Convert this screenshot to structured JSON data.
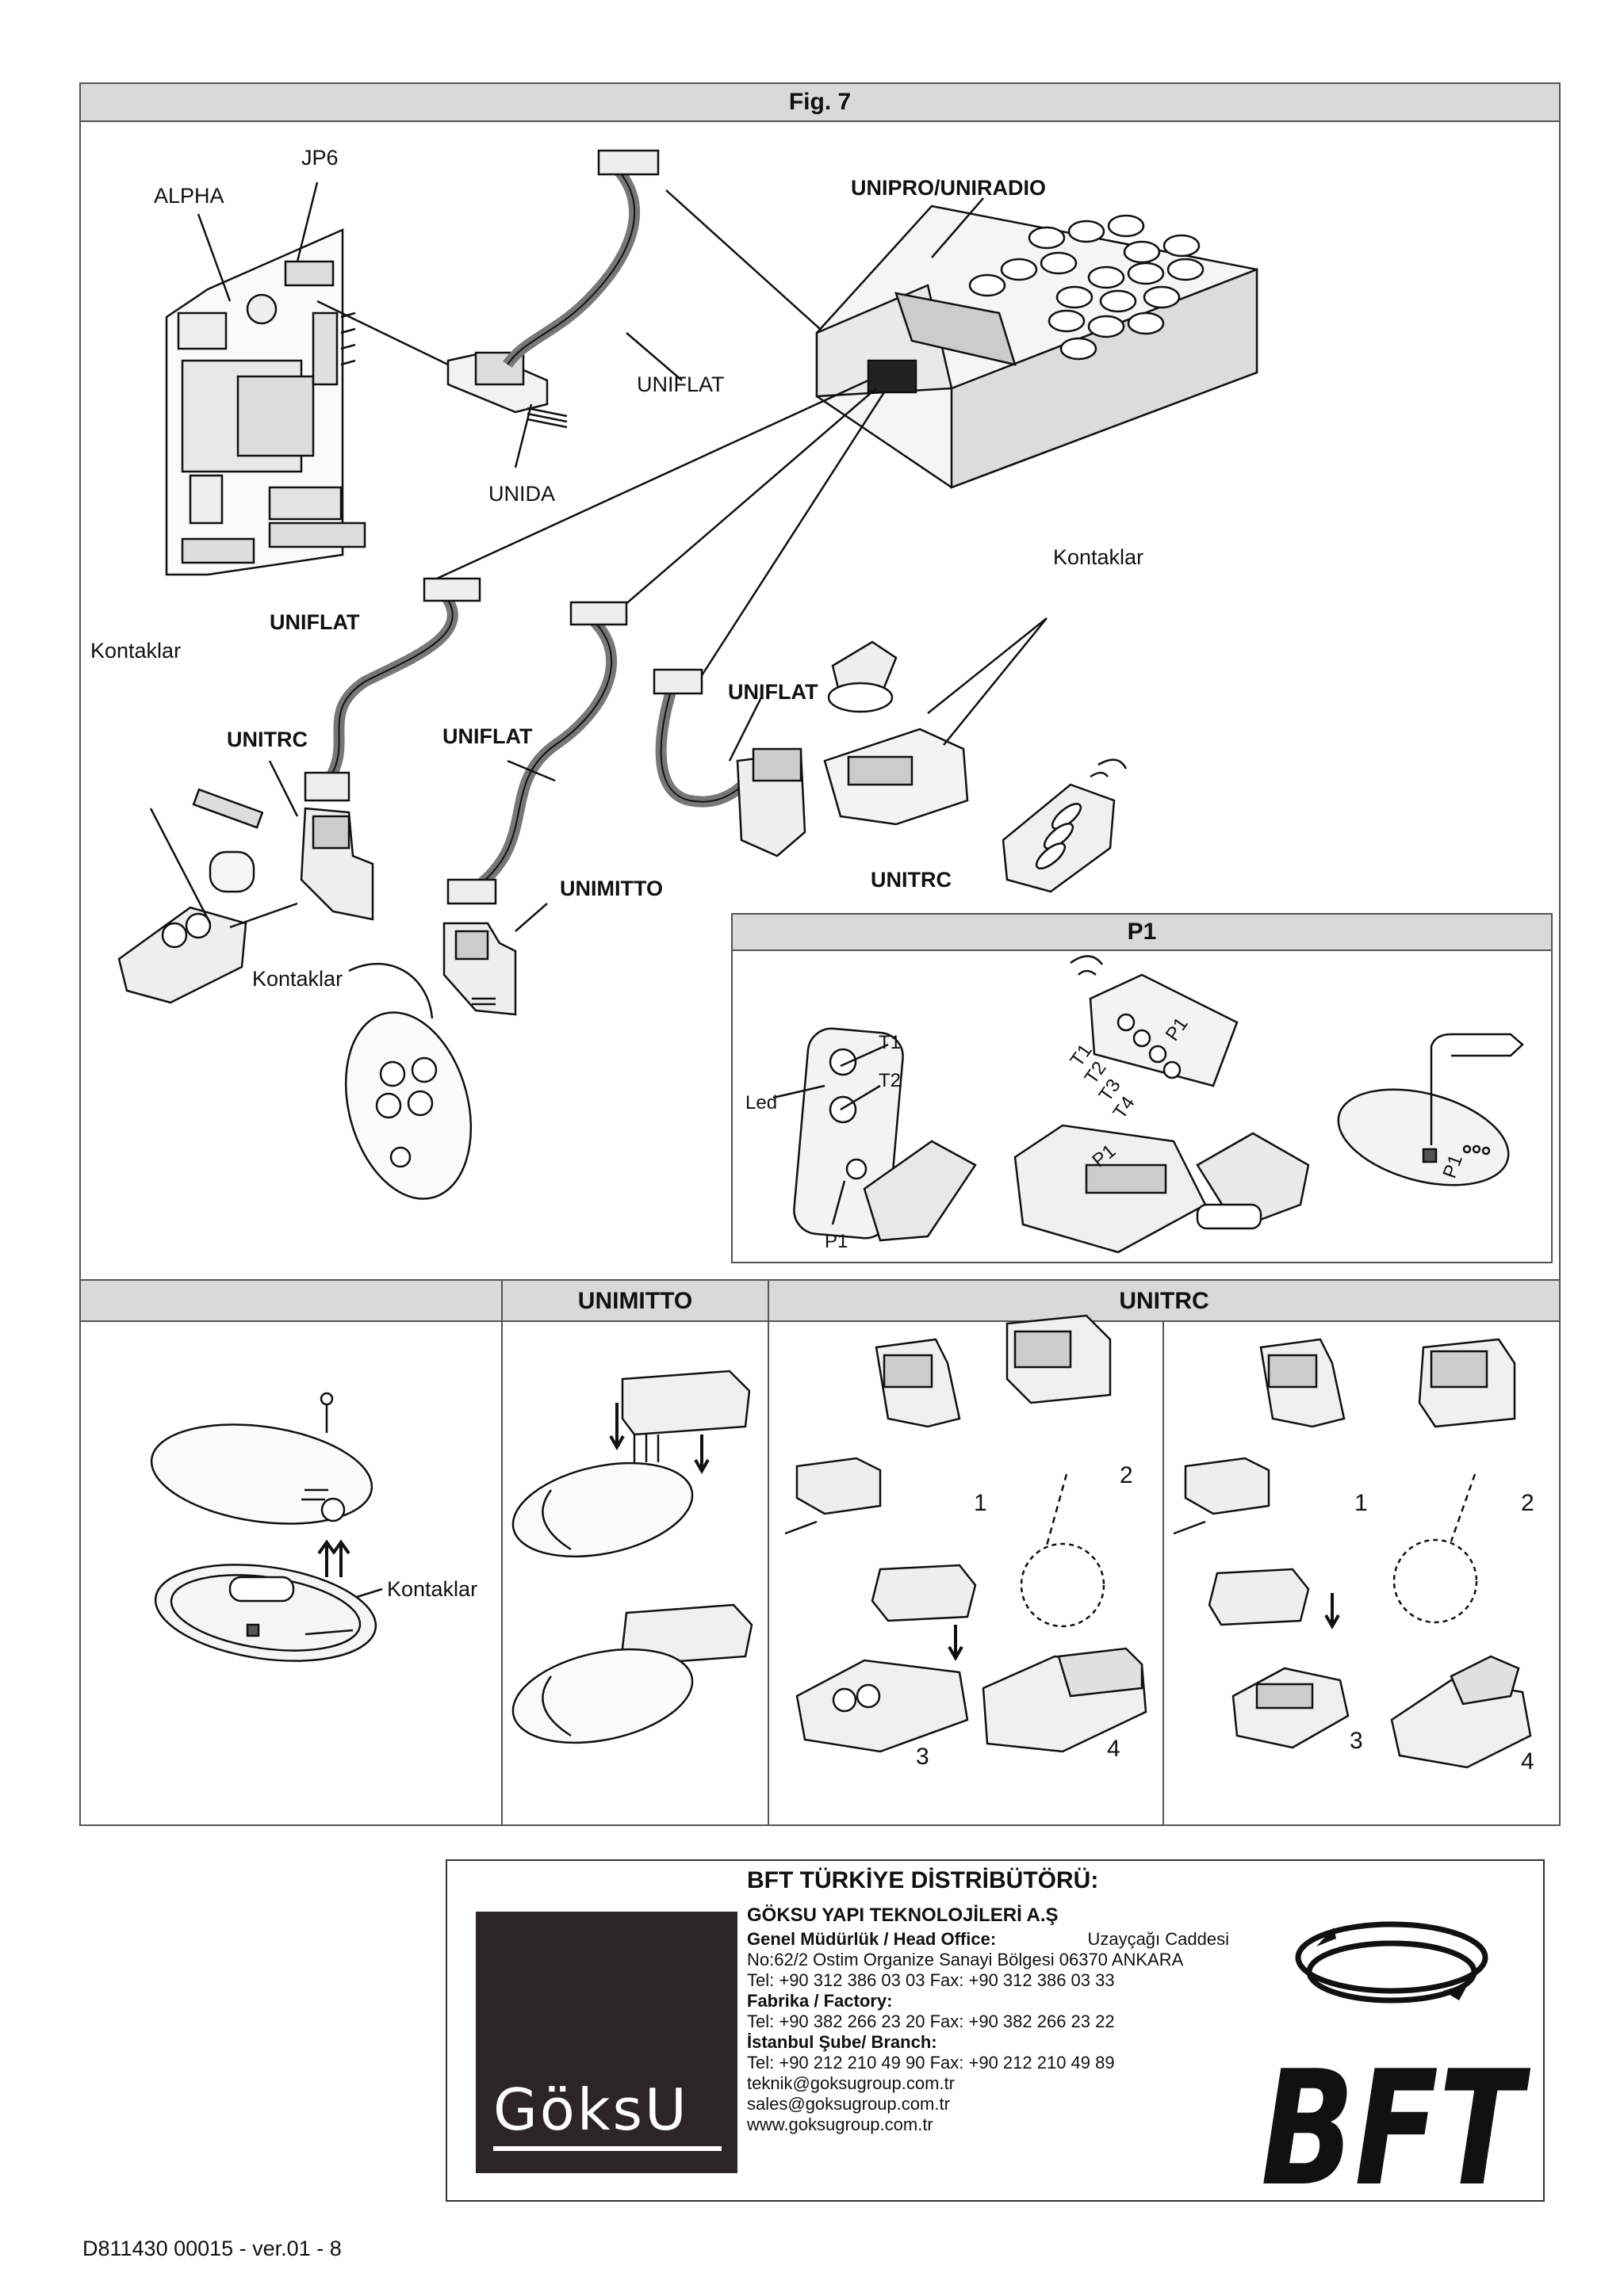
{
  "figure": {
    "title": "Fig. 7",
    "labels": {
      "jp6": "JP6",
      "alpha": "ALPHA",
      "unipro": "UNIPRO/UNIRADIO",
      "uniflat": "UNIFLAT",
      "unida": "UNIDA",
      "kontaklar": "Kontaklar",
      "unitrc": "UNITRC",
      "unimitto": "UNIMITTO"
    }
  },
  "p1_panel": {
    "title": "P1",
    "labels": {
      "t1": "T1",
      "t2": "T2",
      "t3": "T3",
      "t4": "T4",
      "led": "Led",
      "p1": "P1"
    }
  },
  "bottom_table": {
    "headers": [
      "",
      "UNIMITTO",
      "UNITRC"
    ],
    "kontaklar": "Kontaklar",
    "steps": [
      "1",
      "2",
      "3",
      "4"
    ]
  },
  "distributor": {
    "heading": "BFT TÜRKİYE DİSTRİBÜTÖRÜ:",
    "company": "GÖKSU YAPI TEKNOLOJİLERİ A.Ş",
    "head_office_label": "Genel Müdürlük / Head Office:",
    "head_office_street": "Uzayçağı Caddesi",
    "head_office_address": "No:62/2 Ostim Organize Sanayi Bölgesi 06370 ANKARA",
    "head_office_phone": "Tel: +90 312 386 03 03 Fax: +90 312 386 03 33",
    "factory_label": "Fabrika / Factory:",
    "factory_phone": "Tel: +90 382 266 23 20 Fax: +90 382 266 23 22",
    "branch_label": "İstanbul Şube/ Branch:",
    "branch_phone": "Tel: +90 212 210 49 90 Fax: +90 212 210 49 89",
    "emails": [
      "teknik@goksugroup.com.tr",
      "sales@goksugroup.com.tr"
    ],
    "website": "www.goksugroup.com.tr",
    "goksu_logo_text": "GöksU",
    "bft_logo_text": "BFT"
  },
  "footer": {
    "code": "D811430 00015 - ver.01 - 8"
  }
}
